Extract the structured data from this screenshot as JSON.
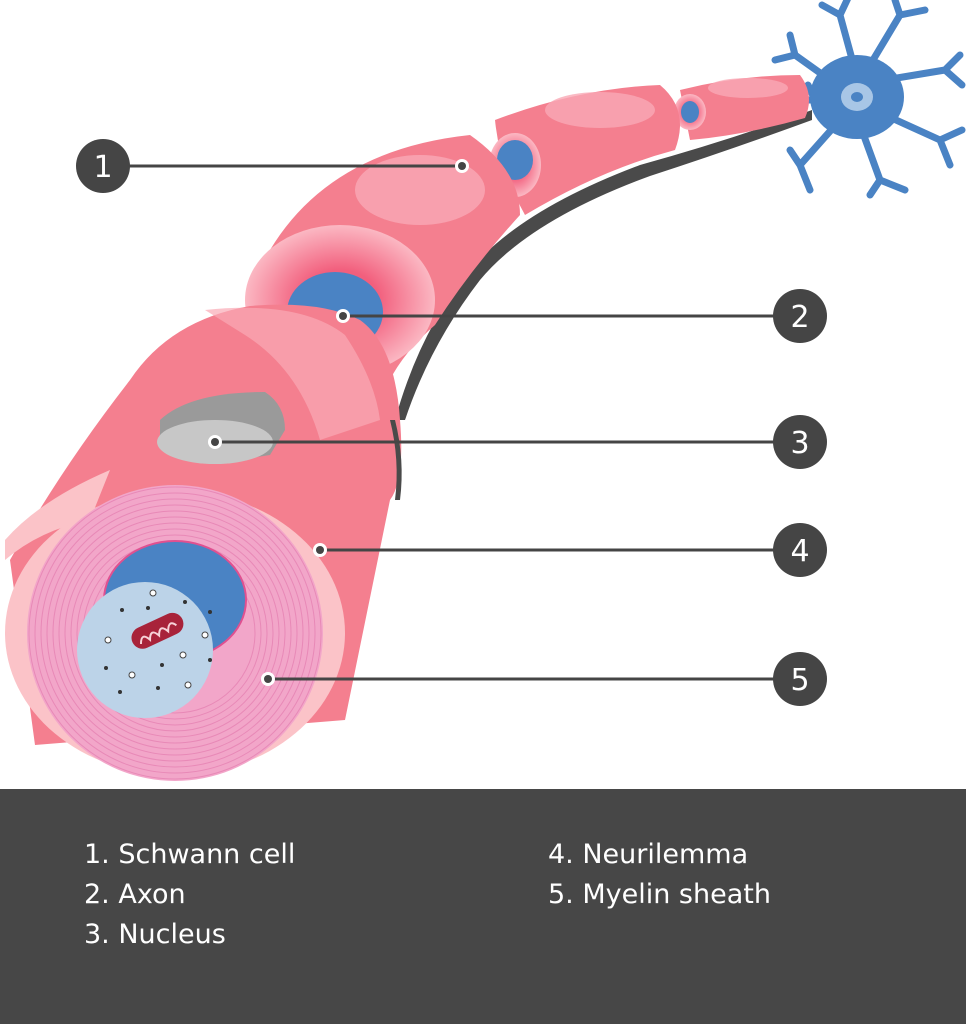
{
  "callouts": [
    {
      "number": "1",
      "term": "Schwann cell"
    },
    {
      "number": "2",
      "term": "Axon"
    },
    {
      "number": "3",
      "term": "Nucleus"
    },
    {
      "number": "4",
      "term": "Neurilemma"
    },
    {
      "number": "5",
      "term": "Myelin sheath"
    }
  ],
  "legend": {
    "left": [
      "1. Schwann cell",
      "2. Axon",
      "3. Nucleus"
    ],
    "right": [
      "4. Neurilemma",
      "5. Myelin sheath"
    ]
  },
  "colors": {
    "schwann": "#f47f8f",
    "schwann_light": "#f9a9b5",
    "schwann_pale": "#fbc3c8",
    "axon": "#4a83c4",
    "myelin": "#f2a6c9",
    "myelin_ring": "#e889b7",
    "cytoplasm": "#bcd3e8",
    "nucleus": "#c7c7c7",
    "neuron_body": "#4a83c4",
    "leader": "#454545",
    "marker": "#454545",
    "legend_bg": "#474747"
  }
}
